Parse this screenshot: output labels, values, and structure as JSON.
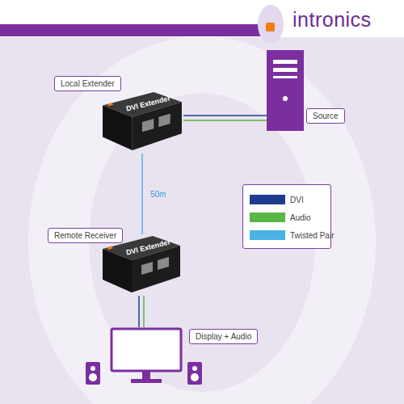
{
  "diagram": {
    "nodes": [
      {
        "text": [
          "Local Extender",
          "DVI Extender"
        ]
      },
      {
        "text": [
          "Source"
        ]
      },
      {
        "text": [
          "Remote Receiver",
          "DVI Extender"
        ]
      },
      {
        "text": [
          "Display + Audio"
        ]
      }
    ],
    "edges": [
      {
        "from": 0,
        "to": 1,
        "arrow": "none"
      },
      {
        "from": 0,
        "to": 1,
        "arrow": "none"
      },
      {
        "from": 0,
        "to": 2,
        "label": "50m",
        "arrow": "none"
      },
      {
        "from": 2,
        "to": 3,
        "arrow": "none"
      },
      {
        "from": 2,
        "to": 3,
        "arrow": "none"
      }
    ],
    "labels": [
      "intronics"
    ],
    "legend": [
      {
        "text": "DVI",
        "color": "#1f3d8f"
      },
      {
        "text": "Audio",
        "color": "#5ab645"
      },
      {
        "text": "Twisted Pair",
        "color": "#4ab3e6"
      }
    ]
  }
}
